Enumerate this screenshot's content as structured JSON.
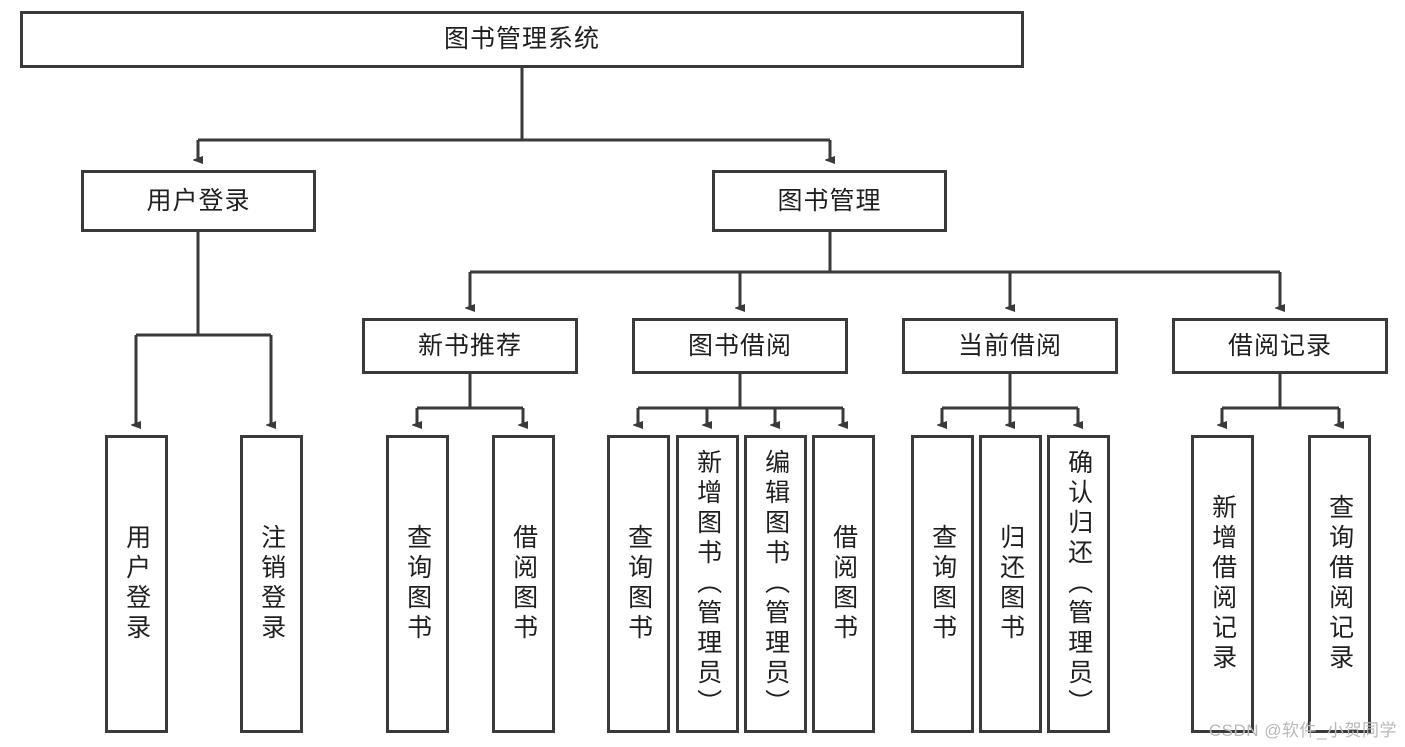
{
  "diagram": {
    "type": "tree",
    "title_node": {
      "label": "图书管理系统"
    },
    "level2": [
      {
        "label": "用户登录"
      },
      {
        "label": "图书管理"
      }
    ],
    "level3": [
      {
        "label": "新书推荐"
      },
      {
        "label": "图书借阅"
      },
      {
        "label": "当前借阅"
      },
      {
        "label": "借阅记录"
      }
    ],
    "leaves": {
      "user_login": [
        {
          "label": "用户登录"
        },
        {
          "label": "注销登录"
        }
      ],
      "new_book_recommend": [
        {
          "label": "查询图书"
        },
        {
          "label": "借阅图书"
        }
      ],
      "book_borrow": [
        {
          "label": "查询图书"
        },
        {
          "label": "新增图书（管理员）"
        },
        {
          "label": "编辑图书（管理员）"
        },
        {
          "label": "借阅图书"
        }
      ],
      "current_borrow": [
        {
          "label": "查询图书"
        },
        {
          "label": "归还图书"
        },
        {
          "label": "确认归还（管理员）"
        }
      ],
      "borrow_record": [
        {
          "label": "新增借阅记录"
        },
        {
          "label": "查询借阅记录"
        }
      ]
    }
  },
  "watermark": {
    "text": "CSDN @软件_小贺同学"
  },
  "colors": {
    "box_border": "#3a3a3a",
    "edge": "#3a3a3a",
    "text": "#1f1f1f",
    "background": "#ffffff",
    "watermark": "#b8b8b8"
  }
}
